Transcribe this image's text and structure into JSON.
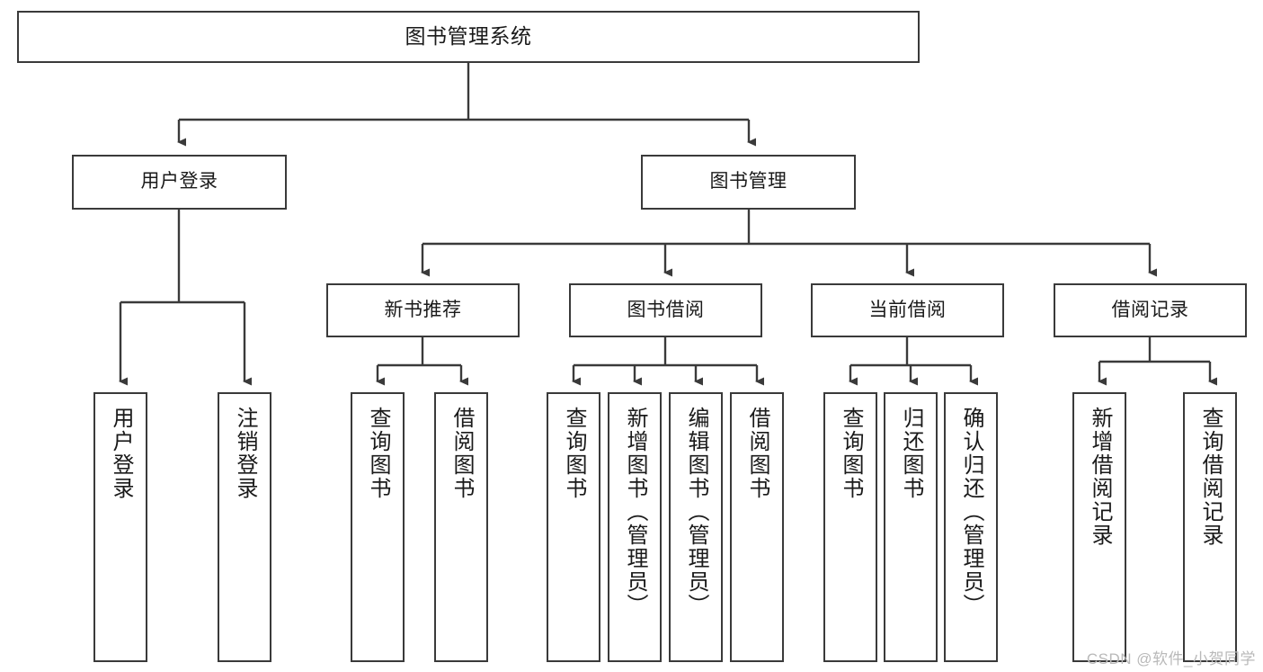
{
  "diagram": {
    "title": "图书管理系统",
    "type": "tree-hierarchy",
    "watermark": "CSDN @软件_小贺同学",
    "colors": {
      "box_border": "#3a3a3a",
      "box_fill": "#ffffff",
      "edge": "#3a3a3a",
      "text": "#1a1a1a",
      "watermark": "#b9b9b9"
    },
    "root": {
      "label": "图书管理系统"
    },
    "level1": [
      {
        "label": "用户登录"
      },
      {
        "label": "图书管理"
      }
    ],
    "level2": [
      {
        "label": "新书推荐"
      },
      {
        "label": "图书借阅"
      },
      {
        "label": "当前借阅"
      },
      {
        "label": "借阅记录"
      }
    ],
    "leaves": {
      "user_login": [
        {
          "label": "用户登录"
        },
        {
          "label": "注销登录"
        }
      ],
      "new_book_recommend": [
        {
          "label": "查询图书"
        },
        {
          "label": "借阅图书"
        }
      ],
      "book_borrow": [
        {
          "label": "查询图书"
        },
        {
          "label": "新增图书（管理员）"
        },
        {
          "label": "编辑图书（管理员）"
        },
        {
          "label": "借阅图书"
        }
      ],
      "current_borrow": [
        {
          "label": "查询图书"
        },
        {
          "label": "归还图书"
        },
        {
          "label": "确认归还（管理员）"
        }
      ],
      "borrow_record": [
        {
          "label": "新增借阅记录"
        },
        {
          "label": "查询借阅记录"
        }
      ]
    }
  }
}
